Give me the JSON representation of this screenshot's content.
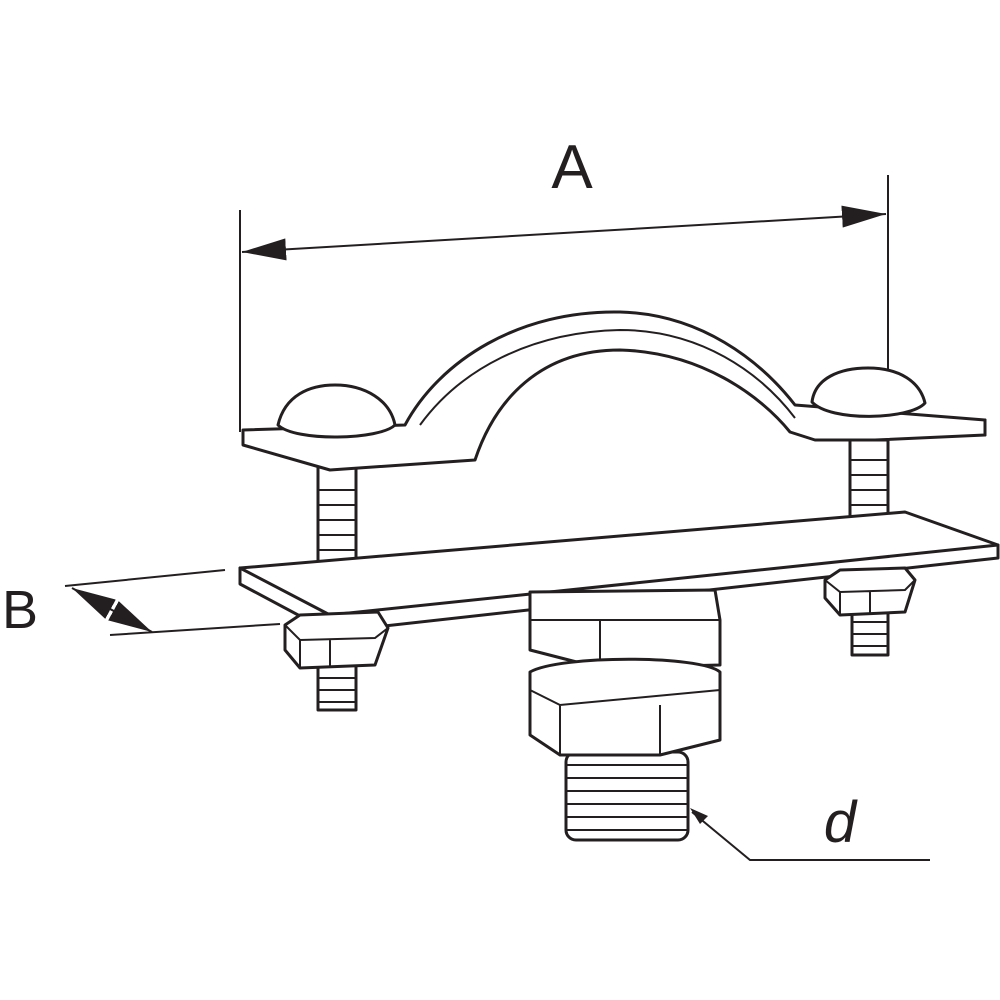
{
  "labels": {
    "width": "A",
    "thickness": "B",
    "bolt_diameter": "d"
  },
  "colors": {
    "line": "#231f20",
    "background": "#ffffff"
  }
}
